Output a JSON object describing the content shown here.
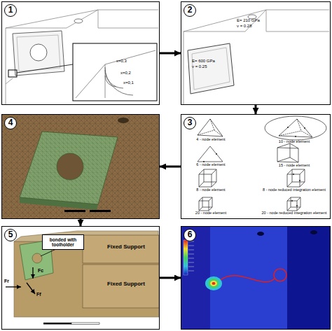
{
  "diagram": {
    "nodes": [
      {
        "text": [
          "1"
        ]
      },
      {
        "text": [
          "2"
        ]
      },
      {
        "text": [
          "3"
        ]
      },
      {
        "text": [
          "4"
        ]
      },
      {
        "text": [
          "5"
        ]
      },
      {
        "text": [
          "bonded with toolholder"
        ],
        "in": 4
      },
      {
        "text": [
          "6"
        ]
      }
    ],
    "edges": [
      {
        "from": 0,
        "to": 1,
        "arrow": "to"
      },
      {
        "from": 1,
        "to": 2,
        "arrow": "to"
      },
      {
        "from": 2,
        "to": 3,
        "arrow": "to"
      },
      {
        "from": 3,
        "to": 4,
        "arrow": "to"
      },
      {
        "from": 4,
        "to": 6,
        "arrow": "to"
      }
    ],
    "labels": [
      "x=0,3",
      "x=0,2",
      "x=0,1",
      "E= 210 GPa",
      "ν = 0.28",
      "E= 600 GPa",
      "ν = 0.25",
      "4 - node element",
      "10 - node element",
      "6 - node element",
      "15 - node element",
      "8 - node element",
      "8 - node reduced integration element",
      "20 - node element",
      "20 - node reduced integration element",
      "Fixed Support",
      "Fixed Support",
      "Fc",
      "Fr",
      "Ff"
    ]
  }
}
